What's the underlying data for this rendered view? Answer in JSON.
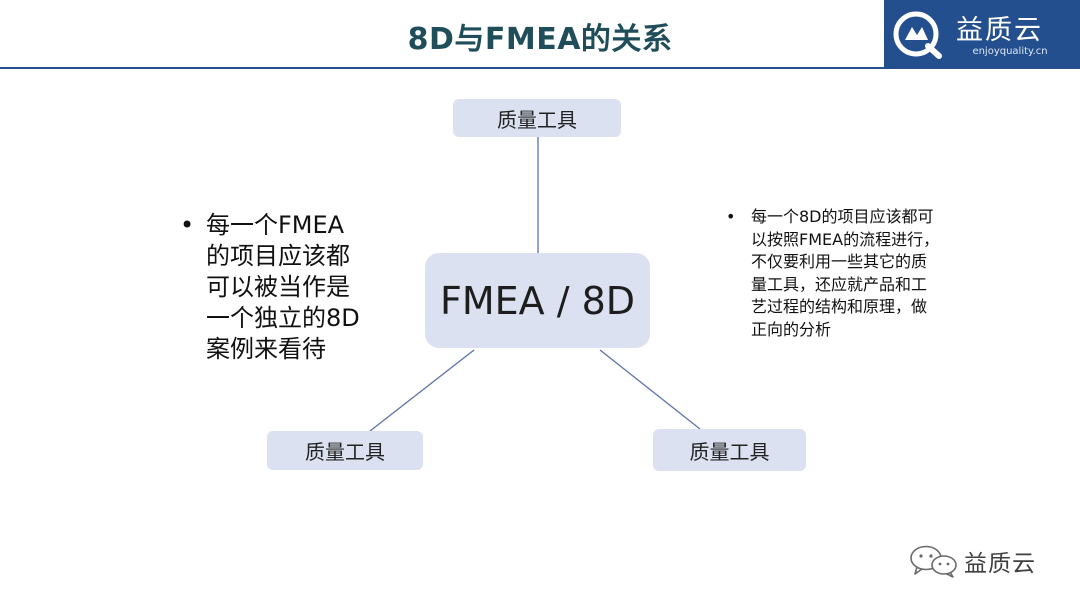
{
  "slide": {
    "title": "8D与FMEA的关系"
  },
  "logo": {
    "name": "益质云",
    "site": "enjoyquality.cn"
  },
  "diagram": {
    "center": "FMEA / 8D",
    "nodes": {
      "top": "质量工具",
      "bottom_left": "质量工具",
      "bottom_right": "质量工具"
    }
  },
  "left_bullet": {
    "marker": "•",
    "text": "每一个FMEA\n的项目应该都\n可以被当作是\n一个独立的8D\n案例来看待"
  },
  "right_bullet": {
    "marker": "•",
    "text": "每一个8D的项目应该都可\n以按照FMEA的流程进行，\n不仅要利用一些其它的质\n量工具，还应就产品和工\n艺过程的结构和原理，做\n正向的分析"
  },
  "watermark": {
    "text": "益质云",
    "icon": "wechat-icon"
  },
  "colors": {
    "title": "#1f4e5a",
    "rule": "#2a4d8c",
    "logo_bg": "#244f8f",
    "node_fill": "#dbe1f0",
    "connector": "#5b73a8"
  }
}
